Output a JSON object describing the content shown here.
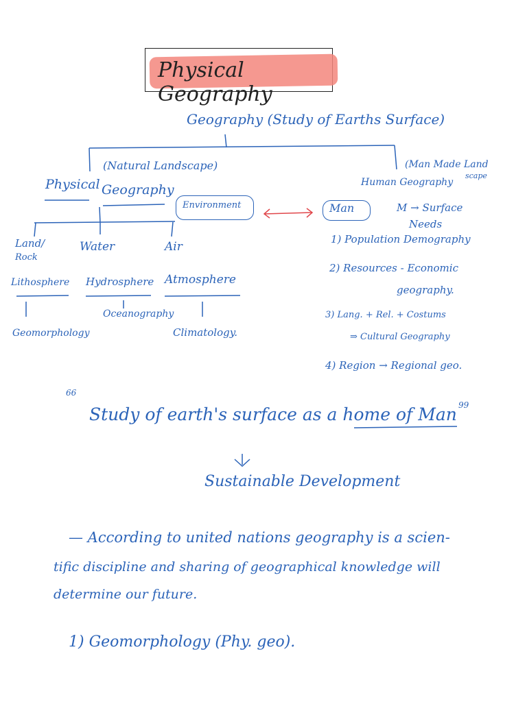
{
  "title": "Physical Geography",
  "root": "Geography (Study of Earths Surface)",
  "left_top": "(Natural Landscape)",
  "left_main_a": "Physical",
  "left_main_b": "Geography",
  "environment": "Environment",
  "right_top_a": "(Man Made Land",
  "right_top_b": "scape",
  "right_main": "Human Geography",
  "man": "Man",
  "man_note": "M → Surface",
  "needs": "Needs",
  "branches": [
    {
      "top": "Land/",
      "top2": "Rock",
      "mid": "Lithosphere",
      "low": "Geomorphology"
    },
    {
      "top": "Water",
      "top2": "",
      "mid": "Hydrosphere",
      "low": "Oceanography"
    },
    {
      "top": "Air",
      "top2": "",
      "mid": "Atmosphere",
      "low": "Climatology."
    }
  ],
  "human_list": [
    "1) Population Demography",
    "2) Resources - Economic",
    "geography.",
    "3) Lang. + Rel. + Costums",
    "⇒ Cultural Geography",
    "4) Region → Regional geo."
  ],
  "quote_open": "66",
  "quote_close": "99",
  "quote_a": "Study of earth's surface as a ",
  "quote_b": "home of Man",
  "sustainable": "Sustainable Development",
  "para": [
    "— According to united nations geography is a scien-",
    "tific discipline and sharing of geographical knowledge will",
    "determine our future."
  ],
  "point1": "1)  Geomorphology  (Phy. geo)."
}
